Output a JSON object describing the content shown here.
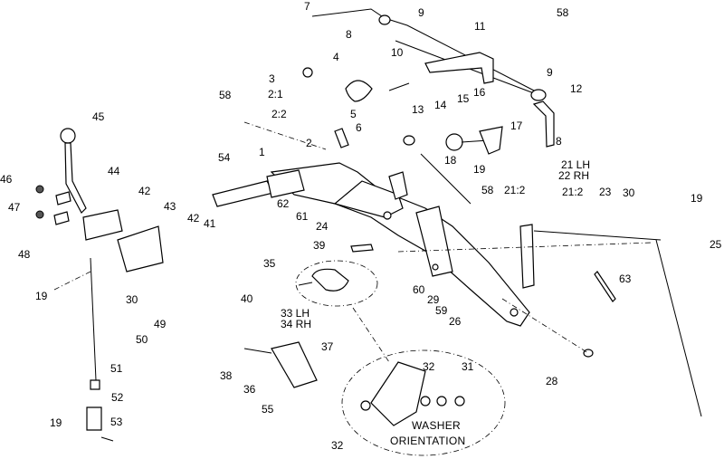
{
  "callouts": [
    "1",
    "2",
    "2:1",
    "2:2",
    "3",
    "4",
    "5",
    "6",
    "7",
    "8",
    "8",
    "9",
    "9",
    "10",
    "11",
    "12",
    "13",
    "14",
    "15",
    "16",
    "17",
    "18",
    "19",
    "19",
    "19",
    "19",
    "21 LH",
    "22 RH",
    "21:2",
    "21:2",
    "23",
    "24",
    "25",
    "26",
    "28",
    "29",
    "30",
    "30",
    "31",
    "32",
    "32",
    "33 LH",
    "34 RH",
    "35",
    "36",
    "37",
    "38",
    "39",
    "40",
    "41",
    "42",
    "42",
    "43",
    "44",
    "45",
    "46",
    "47",
    "48",
    "49",
    "50",
    "51",
    "52",
    "53",
    "54",
    "55",
    "58",
    "58",
    "58",
    "59",
    "60",
    "61",
    "62",
    "63"
  ],
  "inset": {
    "caption_line1": "WASHER",
    "caption_line2": "ORIENTATION"
  }
}
